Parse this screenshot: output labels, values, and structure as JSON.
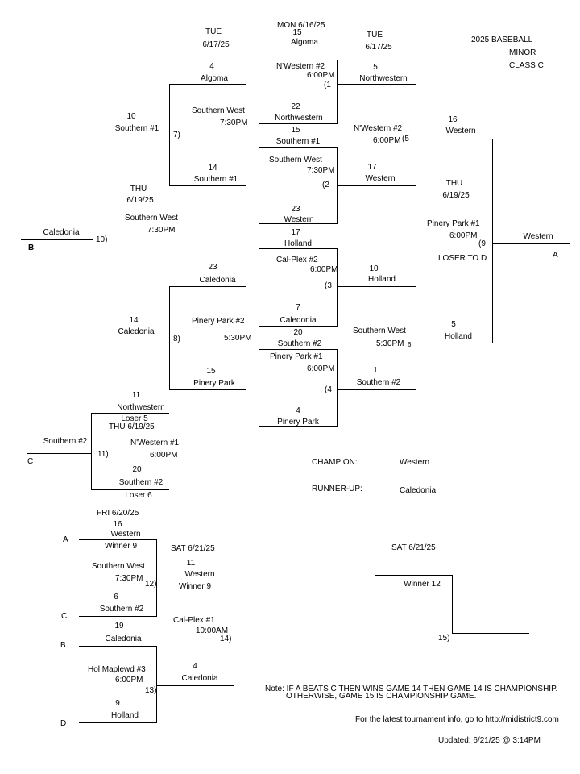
{
  "header": {
    "year_title": "2025 BASEBALL",
    "division": "MINOR",
    "class_name": "CLASS C"
  },
  "dates": {
    "tue_left_day": "TUE",
    "tue_left_date": "6/17/25",
    "mon": "MON    6/16/25",
    "tue_right_day": "TUE",
    "tue_right_date": "6/17/25",
    "thu_left_day": "THU",
    "thu_left_date": "6/19/25",
    "thu_right_day": "THU",
    "thu_right_date": "6/19/25",
    "thu_c": "THU    6/19/25",
    "fri": "FRI     6/20/25",
    "sat_left": "SAT    6/21/25",
    "sat_right": "SAT    6/21/25"
  },
  "round1": {
    "g1": {
      "top_seed": "15",
      "top_team": "Algoma",
      "bottom_seed": "22",
      "bottom_team": "Northwestern",
      "field": "N'Western #2",
      "time": "6:00PM",
      "game_no": "(1"
    },
    "g2": {
      "top_seed": "15",
      "top_team": "Southern #1",
      "bottom_seed": "23",
      "bottom_team": "Western",
      "field": "Southern West",
      "time": "7:30PM",
      "game_no": "(2"
    },
    "g3": {
      "top_seed": "17",
      "top_team": "Holland",
      "bottom_seed": "7",
      "bottom_team": "Caledonia",
      "field": "Cal-Plex #2",
      "time": "6:00PM",
      "game_no": "(3"
    },
    "g4": {
      "top_seed": "20",
      "top_team": "Southern #2",
      "bottom_seed": "4",
      "bottom_team": "Pinery Park",
      "field": "Pinery Park #1",
      "time": "6:00PM",
      "game_no": "(4"
    }
  },
  "round2_left": {
    "g7": {
      "top_seed": "4",
      "top_team": "Algoma",
      "bottom_seed": "14",
      "bottom_team": "Southern #1",
      "field": "Southern West",
      "time": "7:30PM",
      "game_no": "7)"
    },
    "g8": {
      "top_seed": "23",
      "top_team": "Caledonia",
      "bottom_seed": "15",
      "bottom_team": "Pinery Park",
      "field": "Pinery Park #2",
      "time": "5:30PM",
      "game_no": "8)"
    }
  },
  "round2_right": {
    "g5": {
      "top_seed": "5",
      "top_team": "Northwestern",
      "bottom_seed": "17",
      "bottom_team": "Western",
      "field": "N'Western #2",
      "time": "6:00PM",
      "game_no": "(5"
    },
    "g6": {
      "top_seed": "10",
      "top_team": "Holland",
      "bottom_seed": "1",
      "bottom_team": "Southern #2",
      "field": "Southern West",
      "time": "5:30PM",
      "game_no": "6"
    }
  },
  "semis": {
    "g10": {
      "top_seed": "10",
      "top_team": "Southern #1",
      "bottom_seed": "14",
      "bottom_team": "Caledonia",
      "field": "Southern West",
      "time": "7:30PM",
      "game_no": "10)",
      "winner": "Caledonia",
      "winner_slot": "B"
    },
    "g9": {
      "top_seed": "16",
      "top_team": "Western",
      "bottom_seed": "5",
      "bottom_team": "Holland",
      "field": "Pinery Park #1",
      "time": "6:00PM",
      "game_no": "(9",
      "winner": "Western",
      "winner_slot": "A",
      "loser_note": "LOSER TO D"
    }
  },
  "consolation": {
    "g11": {
      "top_seed": "11",
      "top_team": "Northwestern",
      "top_note": "Loser 5",
      "bottom_seed": "20",
      "bottom_team": "Southern #2",
      "bottom_note": "Loser 6",
      "field": "N'Western #1",
      "time": "6:00PM",
      "game_no": "11)",
      "winner": "Southern #2",
      "winner_slot": "C"
    }
  },
  "results": {
    "champion_label": "CHAMPION:",
    "champion": "Western",
    "runnerup_label": "RUNNER-UP:",
    "runnerup": "Caledonia"
  },
  "final_left": {
    "g12": {
      "slot_top": "A",
      "top_seed": "16",
      "top_team": "Western",
      "top_note": "Winner 9",
      "slot_bottom": "C",
      "bottom_seed": "6",
      "bottom_team": "Southern #2",
      "field": "Southern West",
      "time": "7:30PM",
      "game_no": "12)"
    },
    "g13": {
      "slot_top": "B",
      "top_seed": "19",
      "top_team": "Caledonia",
      "slot_bottom": "D",
      "bottom_seed": "9",
      "bottom_team": "Holland",
      "field": "Hol Maplewd #3",
      "time": "6:00PM",
      "game_no": "13)"
    },
    "g14": {
      "top_seed": "11",
      "top_team": "Western",
      "top_note": "Winner 9",
      "bottom_seed": "4",
      "bottom_team": "Caledonia",
      "field": "Cal-Plex #1",
      "time": "10:00AM",
      "game_no": "14)"
    }
  },
  "final_right": {
    "g15": {
      "top_note": "Winner 12",
      "game_no": "15)"
    }
  },
  "footer": {
    "note_line1": "Note: IF A BEATS C THEN WINS GAME 14 THEN GAME 14 IS CHAMPIONSHIP.",
    "note_line2": "OTHERWISE, GAME 15 IS CHAMPIONSHIP GAME.",
    "info": "For the latest tournament info, go to  http://midistrict9.com",
    "updated": "Updated:  6/21/25 @  3:14PM"
  }
}
